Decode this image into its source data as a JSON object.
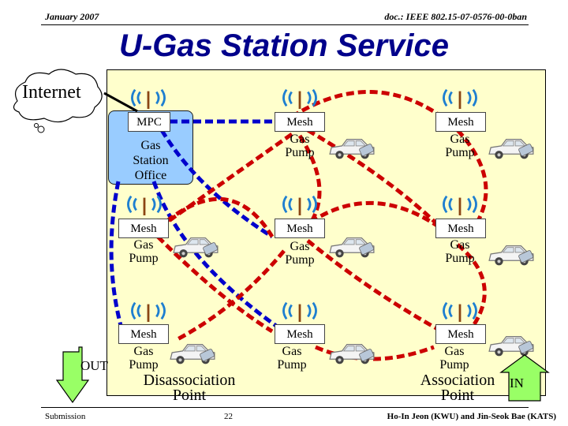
{
  "header": {
    "left": "January 2007",
    "right": "doc.: IEEE 802.15-07-0576-00-0ban"
  },
  "title": "U-Gas Station Service",
  "internet_label": "Internet",
  "office": {
    "mpc_label": "MPC",
    "label_lines": [
      "Gas",
      "Station",
      "Office"
    ]
  },
  "nodes": [
    {
      "mesh": "Mesh",
      "pump": [
        "Gas",
        "Pump"
      ]
    },
    {
      "mesh": "Mesh",
      "pump": [
        "Gas",
        "Pump"
      ]
    },
    {
      "mesh": "Mesh",
      "pump": [
        "Gas",
        "Pump"
      ]
    },
    {
      "mesh": "Mesh",
      "pump": [
        "Gas",
        "Pump"
      ]
    },
    {
      "mesh": "Mesh",
      "pump": [
        "Gas",
        "Pump"
      ]
    },
    {
      "mesh": "Mesh",
      "pump": [
        "Gas",
        "Pump"
      ]
    },
    {
      "mesh": "Mesh",
      "pump": [
        "Gas",
        "Pump"
      ]
    },
    {
      "mesh": "Mesh",
      "pump": [
        "Gas",
        "Pump"
      ]
    }
  ],
  "disassociation": [
    "Disassociation",
    "Point"
  ],
  "association": [
    "Association",
    "Point"
  ],
  "out_label": "OUT",
  "in_label": "IN",
  "footer": {
    "left": "Submission",
    "page": "22",
    "right": "Ho-In Jeon (KWU) and Jin-Seok Bae (KATS)"
  },
  "colors": {
    "title": "#00008b",
    "panel": "#ffffcc",
    "office": "#99ccff",
    "mesh_link": "#cc0000",
    "office_link": "#0000cc",
    "arrows": "#99ff66"
  }
}
